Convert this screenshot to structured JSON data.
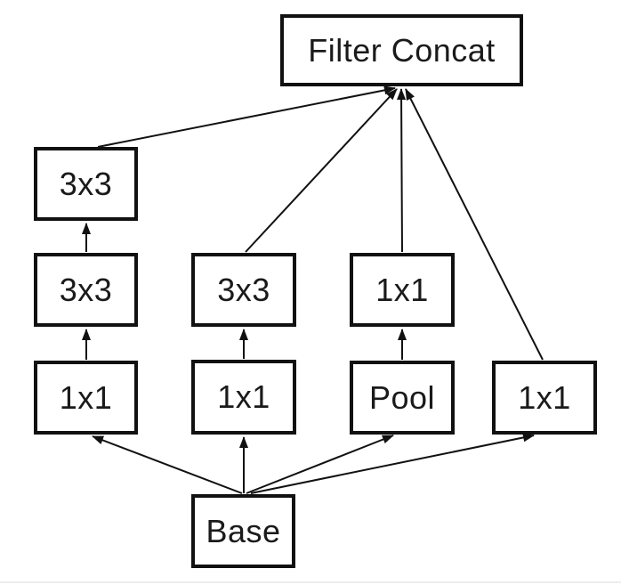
{
  "diagram": {
    "type": "flowchart",
    "nodes": {
      "filter_concat": {
        "label": "Filter Concat"
      },
      "branch1_3x3_top": {
        "label": "3x3"
      },
      "branch1_3x3": {
        "label": "3x3"
      },
      "branch1_1x1": {
        "label": "1x1"
      },
      "branch2_3x3": {
        "label": "3x3"
      },
      "branch2_1x1": {
        "label": "1x1"
      },
      "branch3_1x1": {
        "label": "1x1"
      },
      "branch3_pool": {
        "label": "Pool"
      },
      "branch4_1x1": {
        "label": "1x1"
      },
      "base": {
        "label": "Base"
      }
    },
    "edges": [
      {
        "from": "base",
        "to": "branch1_1x1"
      },
      {
        "from": "base",
        "to": "branch2_1x1"
      },
      {
        "from": "base",
        "to": "branch3_pool"
      },
      {
        "from": "base",
        "to": "branch4_1x1"
      },
      {
        "from": "branch1_1x1",
        "to": "branch1_3x3"
      },
      {
        "from": "branch1_3x3",
        "to": "branch1_3x3_top"
      },
      {
        "from": "branch2_1x1",
        "to": "branch2_3x3"
      },
      {
        "from": "branch3_pool",
        "to": "branch3_1x1"
      },
      {
        "from": "branch1_3x3_top",
        "to": "filter_concat"
      },
      {
        "from": "branch2_3x3",
        "to": "filter_concat"
      },
      {
        "from": "branch3_1x1",
        "to": "filter_concat"
      },
      {
        "from": "branch4_1x1",
        "to": "filter_concat"
      }
    ],
    "colors": {
      "line": "#111111",
      "box_border": "#111111",
      "box_fill": "#ffffff",
      "text": "#1a1a1a",
      "background": "#ffffff"
    }
  }
}
